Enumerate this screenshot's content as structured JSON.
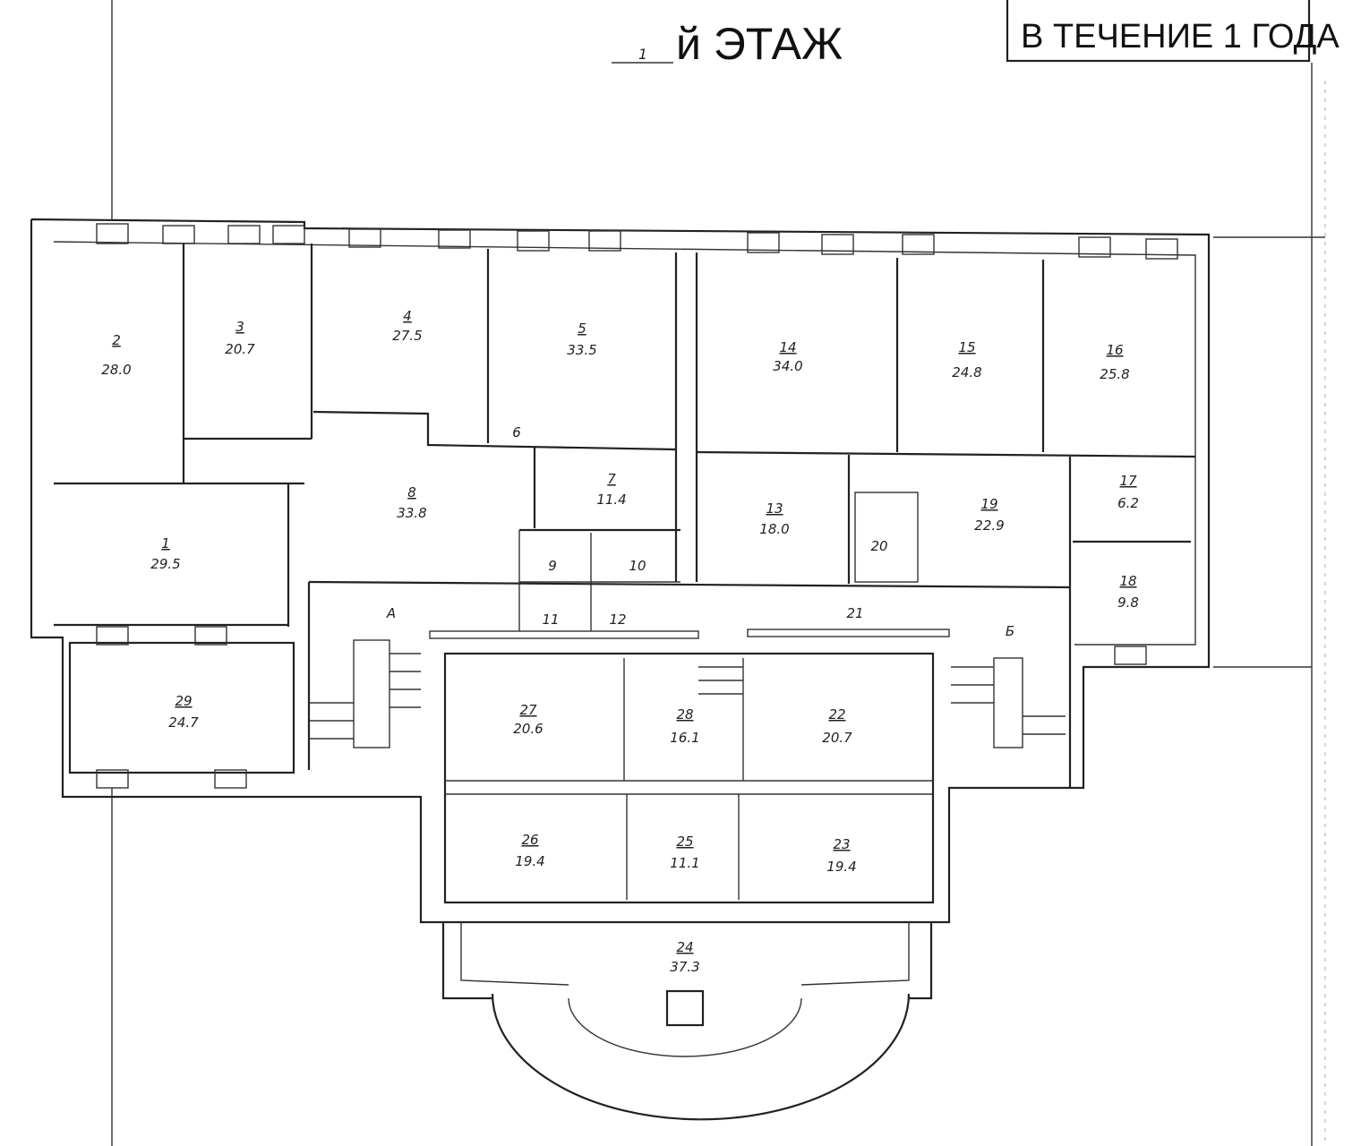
{
  "header": {
    "floor_number": "1",
    "floor_label": "й ЭТАЖ",
    "stamp": "В ТЕЧЕНИЕ 1 ГОДА"
  },
  "rooms": [
    {
      "num": "1",
      "area": "29.5"
    },
    {
      "num": "2",
      "area": "28.0"
    },
    {
      "num": "3",
      "area": "20.7"
    },
    {
      "num": "4",
      "area": "27.5"
    },
    {
      "num": "5",
      "area": "33.5"
    },
    {
      "num": "6",
      "area": ""
    },
    {
      "num": "7",
      "area": "11.4"
    },
    {
      "num": "8",
      "area": "33.8"
    },
    {
      "num": "9",
      "area": ""
    },
    {
      "num": "10",
      "area": ""
    },
    {
      "num": "11",
      "area": ""
    },
    {
      "num": "12",
      "area": ""
    },
    {
      "num": "13",
      "area": "18.0"
    },
    {
      "num": "14",
      "area": "34.0"
    },
    {
      "num": "15",
      "area": "24.8"
    },
    {
      "num": "16",
      "area": "25.8"
    },
    {
      "num": "17",
      "area": "6.2"
    },
    {
      "num": "18",
      "area": "9.8"
    },
    {
      "num": "19",
      "area": "22.9"
    },
    {
      "num": "20",
      "area": ""
    },
    {
      "num": "21",
      "area": ""
    },
    {
      "num": "22",
      "area": "20.7"
    },
    {
      "num": "23",
      "area": "19.4"
    },
    {
      "num": "24",
      "area": "37.3"
    },
    {
      "num": "25",
      "area": "11.1"
    },
    {
      "num": "26",
      "area": "19.4"
    },
    {
      "num": "27",
      "area": "20.6"
    },
    {
      "num": "28",
      "area": "16.1"
    },
    {
      "num": "29",
      "area": "24.7"
    }
  ],
  "stairs": {
    "a": "А",
    "b": "Б"
  }
}
